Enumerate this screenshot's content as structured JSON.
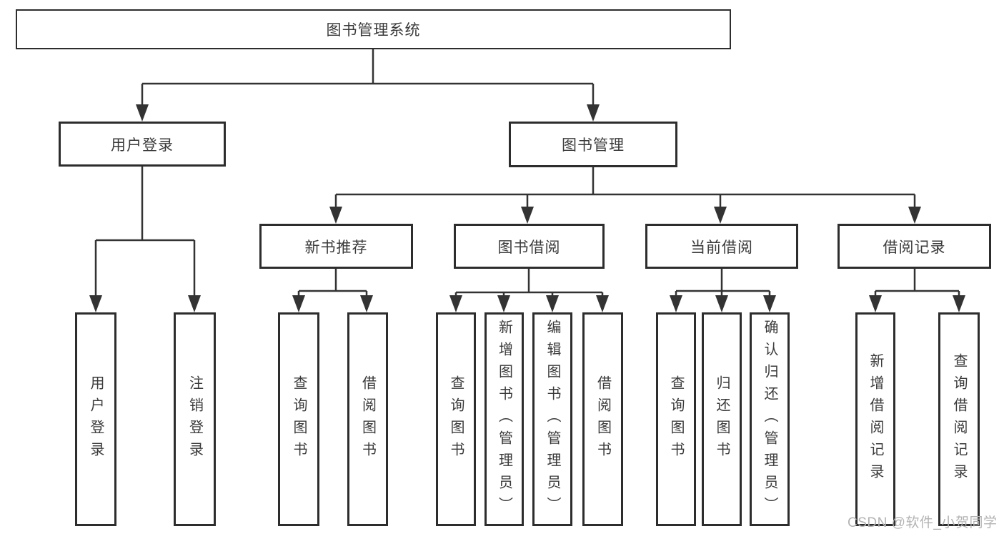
{
  "diagram_title": "图书管理系统",
  "tree": {
    "root": {
      "label": "图书管理系统"
    },
    "branches": [
      {
        "label": "用户登录",
        "children": [
          {
            "label": "用户登录"
          },
          {
            "label": "注销登录"
          }
        ]
      },
      {
        "label": "图书管理",
        "children": [
          {
            "label": "新书推荐",
            "children": [
              {
                "label": "查询图书"
              },
              {
                "label": "借阅图书"
              }
            ]
          },
          {
            "label": "图书借阅",
            "children": [
              {
                "label": "查询图书"
              },
              {
                "label": "新增图书（管理员）"
              },
              {
                "label": "编辑图书（管理员）"
              },
              {
                "label": "借阅图书"
              }
            ]
          },
          {
            "label": "当前借阅",
            "children": [
              {
                "label": "查询图书"
              },
              {
                "label": "归还图书"
              },
              {
                "label": "确认归还（管理员）"
              }
            ]
          },
          {
            "label": "借阅记录",
            "children": [
              {
                "label": "新增借阅记录"
              },
              {
                "label": "查询借阅记录"
              }
            ]
          }
        ]
      }
    ]
  },
  "watermark": "CSDN @软件_小贺同学",
  "colors": {
    "box_border": "#2d2d2d",
    "connector_line": "#333333",
    "text": "#3a3a3a",
    "watermark": "#b3b3b3",
    "background": "#ffffff"
  }
}
